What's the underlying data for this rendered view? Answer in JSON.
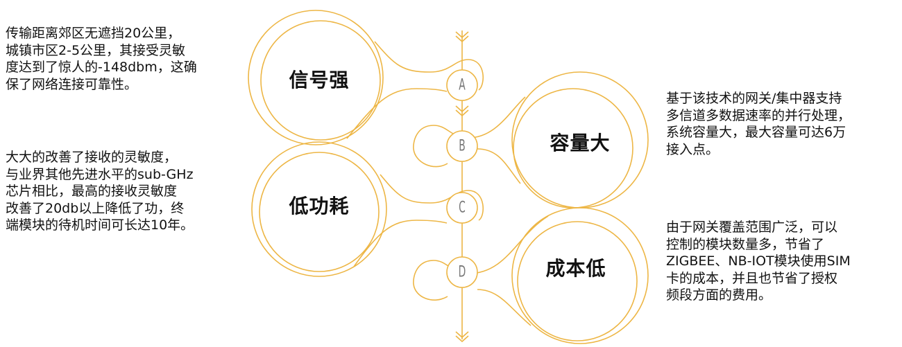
{
  "accent_color": "#EDB645",
  "features": [
    {
      "node": "A",
      "title": "信号强",
      "lines": [
        "传输距离郊区无遮挡20公里，",
        "城镇市区2-5公里，其接受灵敏",
        "度达到了惊人的-148dbm，这确",
        "保了网络连接可靠性。"
      ]
    },
    {
      "node": "B",
      "title": "容量大",
      "lines": [
        "基于该技术的网关/集中器支持",
        "多信道多数据速率的并行处理，",
        "系统容量大，最大容量可达6万",
        "接入点。"
      ]
    },
    {
      "node": "C",
      "title": "低功耗",
      "lines": [
        "大大的改善了接收的灵敏度，",
        "与业界其他先进水平的sub-GHz",
        "芯片相比，最高的接收灵敏度",
        "改善了20db以上降低了功，终",
        "端模块的待机时间可长达10年。"
      ]
    },
    {
      "node": "D",
      "title": "成本低",
      "lines": [
        "由于网关覆盖范围广泛，可以",
        "控制的模块数量多，节省了",
        "ZIGBEE、NB-IOT模块使用SIM",
        "卡的成本，并且也节省了授权",
        "频段方面的费用。"
      ]
    }
  ]
}
